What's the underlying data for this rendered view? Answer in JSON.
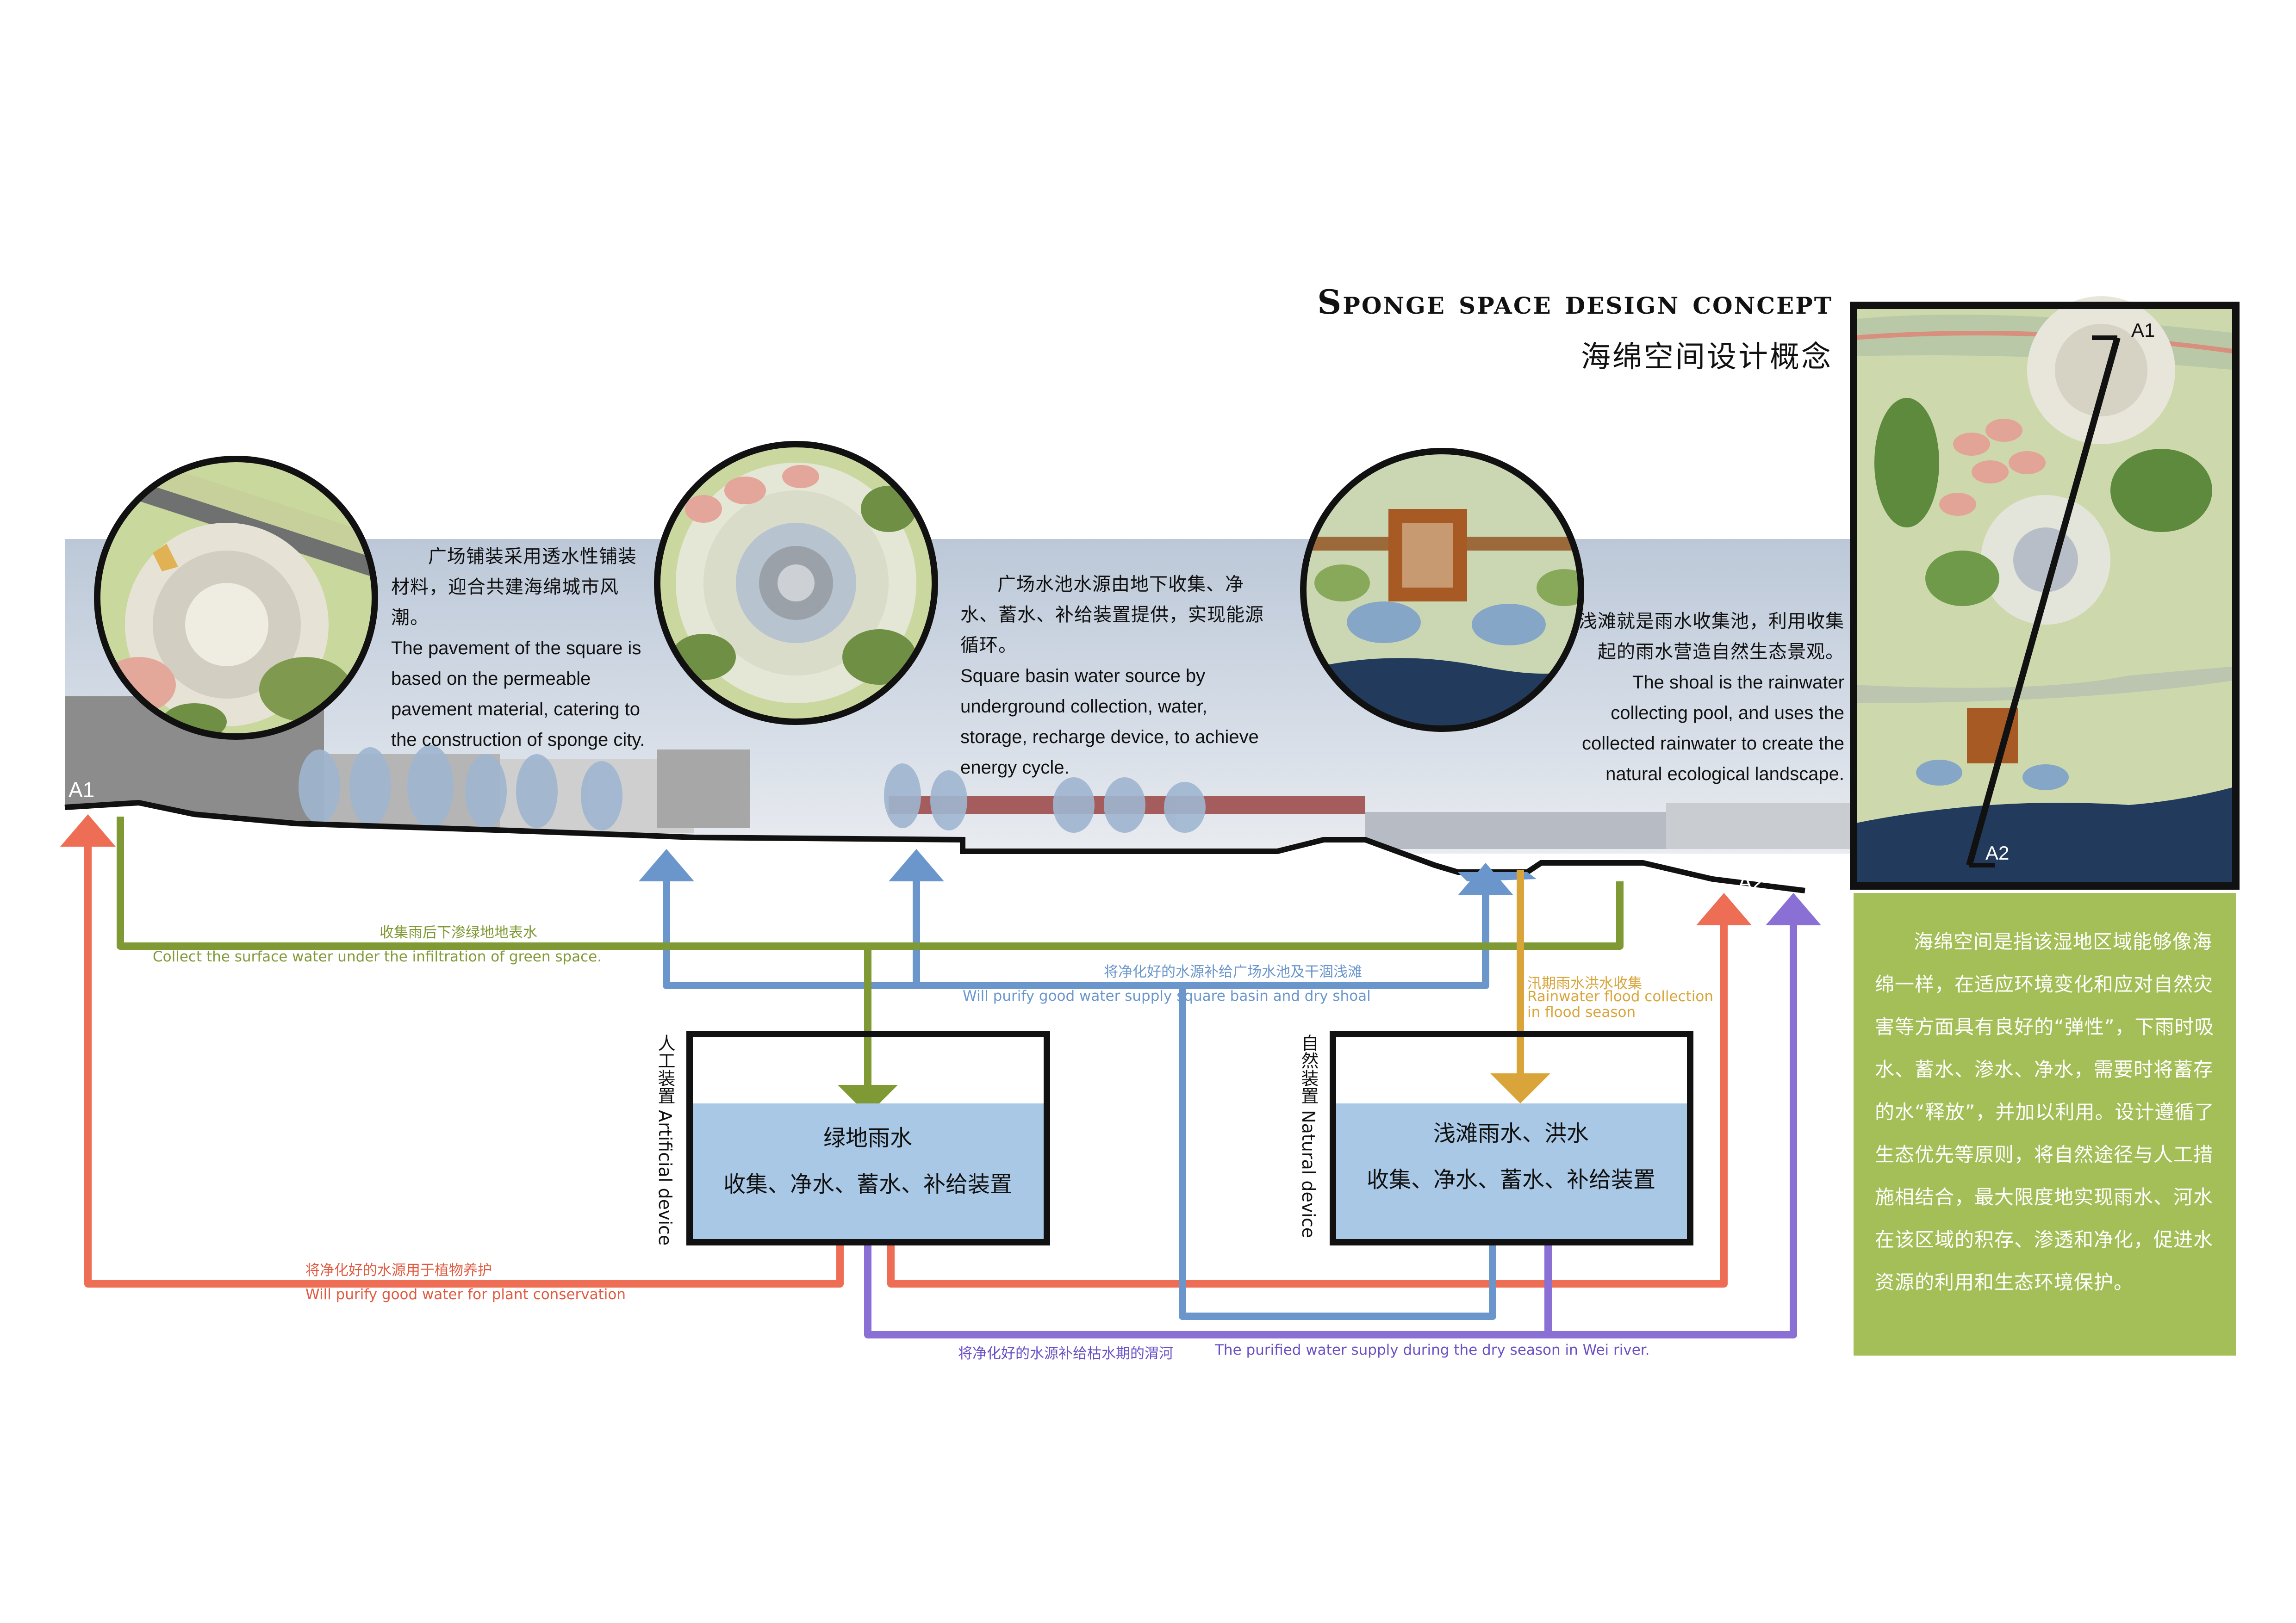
{
  "title": {
    "en": "Sponge space design concept",
    "cn": "海绵空间设计概念"
  },
  "section_markers": {
    "start": "A1",
    "end": "A2"
  },
  "callouts": [
    {
      "cn": "广场铺装采用透水性铺装材料，迎合共建海绵城市风潮。",
      "en": "The pavement of the square is based on the permeable pavement material, catering to the construction of sponge city."
    },
    {
      "cn": "广场水池水源由地下收集、净水、蓄水、补给装置提供，实现能源循环。",
      "en": "Square basin water source by underground collection, water, storage, recharge device, to achieve energy cycle."
    },
    {
      "cn": "浅滩就是雨水收集池，利用收集起的雨水营造自然生态景观。",
      "en": "The shoal is the rainwater collecting pool, and uses the collected rainwater to create the natural ecological landscape."
    }
  ],
  "flows": {
    "green_cn": "收集雨后下渗绿地地表水",
    "green_en": "Collect the surface water under the infiltration of green space.",
    "blue_cn": "将净化好的水源补给广场水池及干涸浅滩",
    "blue_en": "Will purify good water supply square basin and dry shoal",
    "yellow_cn": "汛期雨水洪水收集",
    "yellow_en_1": "Rainwater flood collection",
    "yellow_en_2": "in flood season",
    "red_cn": "将净化好的水源用于植物养护",
    "red_en": "Will purify good water for plant conservation",
    "purple_cn": "将净化好的水源补给枯水期的渭河",
    "purple_en": "The purified water supply during the dry season in Wei river."
  },
  "devices": [
    {
      "side_label": "人工装置 Artificial device",
      "line1": "绿地雨水",
      "line2": "收集、净水、蓄水、补给装置"
    },
    {
      "side_label": "自然装置 Natural device",
      "line1": "浅滩雨水、洪水",
      "line2": "收集、净水、蓄水、补给装置"
    }
  ],
  "panel_text": "海绵空间是指该湿地区域能够像海绵一样，在适应环境变化和应对自然灾害等方面具有良好的“弹性”，下雨时吸水、蓄水、渗水、净水，需要时将蓄存的水“释放”，并加以利用。设计遵循了生态优先等原则，将自然途径与人工措施相结合，最大限度地实现雨水、河水在该区域的积存、渗透和净化，促进水资源的利用和生态环境保护。",
  "colors": {
    "green_flow": "#7f9a35",
    "blue_flow": "#6a96cc",
    "yellow_flow": "#d9a53a",
    "red_flow": "#ee6e55",
    "purple_flow": "#8a70d4",
    "water_box": "#a9c8e6",
    "panel": "#a4bf57",
    "sky": "#c5cfdc",
    "river": "#223a5c"
  }
}
